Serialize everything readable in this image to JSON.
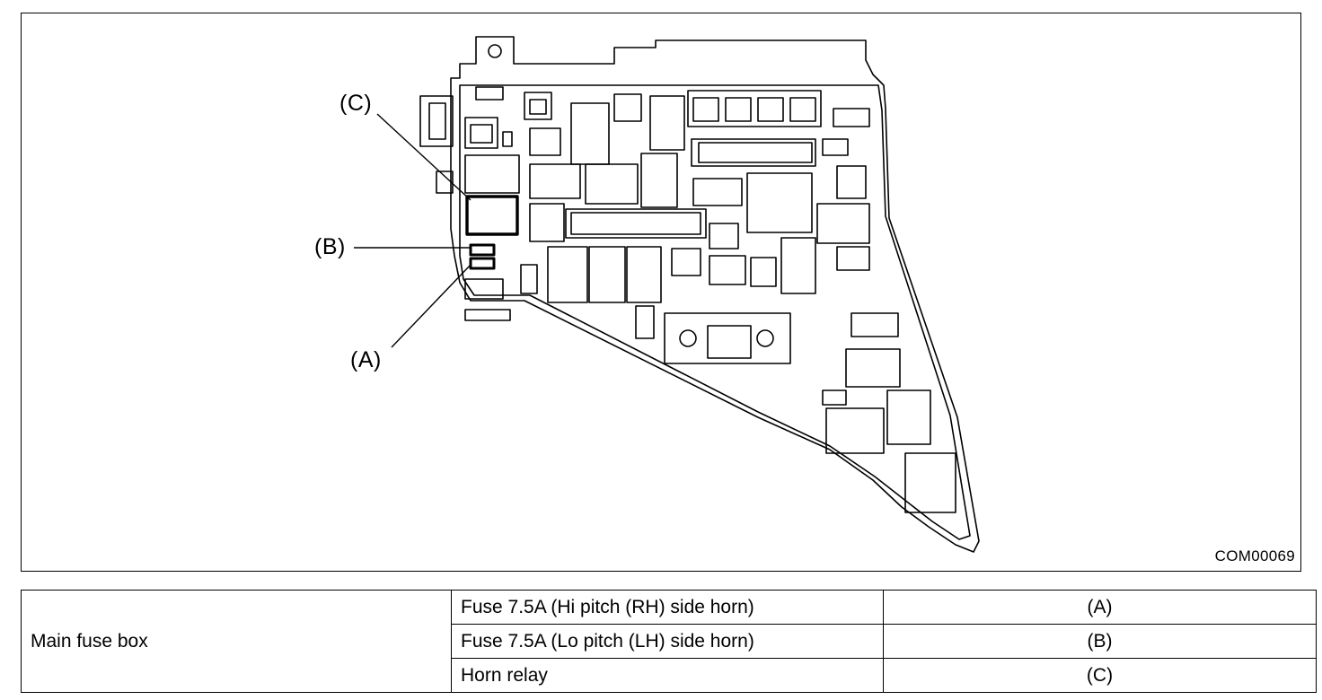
{
  "figure": {
    "callouts": {
      "c": "(C)",
      "b": "(B)",
      "a": "(A)"
    },
    "figure_id": "COM00069"
  },
  "legend": {
    "group_label": "Main fuse box",
    "rows": [
      {
        "item": "Fuse 7.5A (Hi pitch (RH) side horn)",
        "ref": "(A)"
      },
      {
        "item": "Fuse 7.5A (Lo pitch (LH) side horn)",
        "ref": "(B)"
      },
      {
        "item": "Horn relay",
        "ref": "(C)"
      }
    ]
  }
}
